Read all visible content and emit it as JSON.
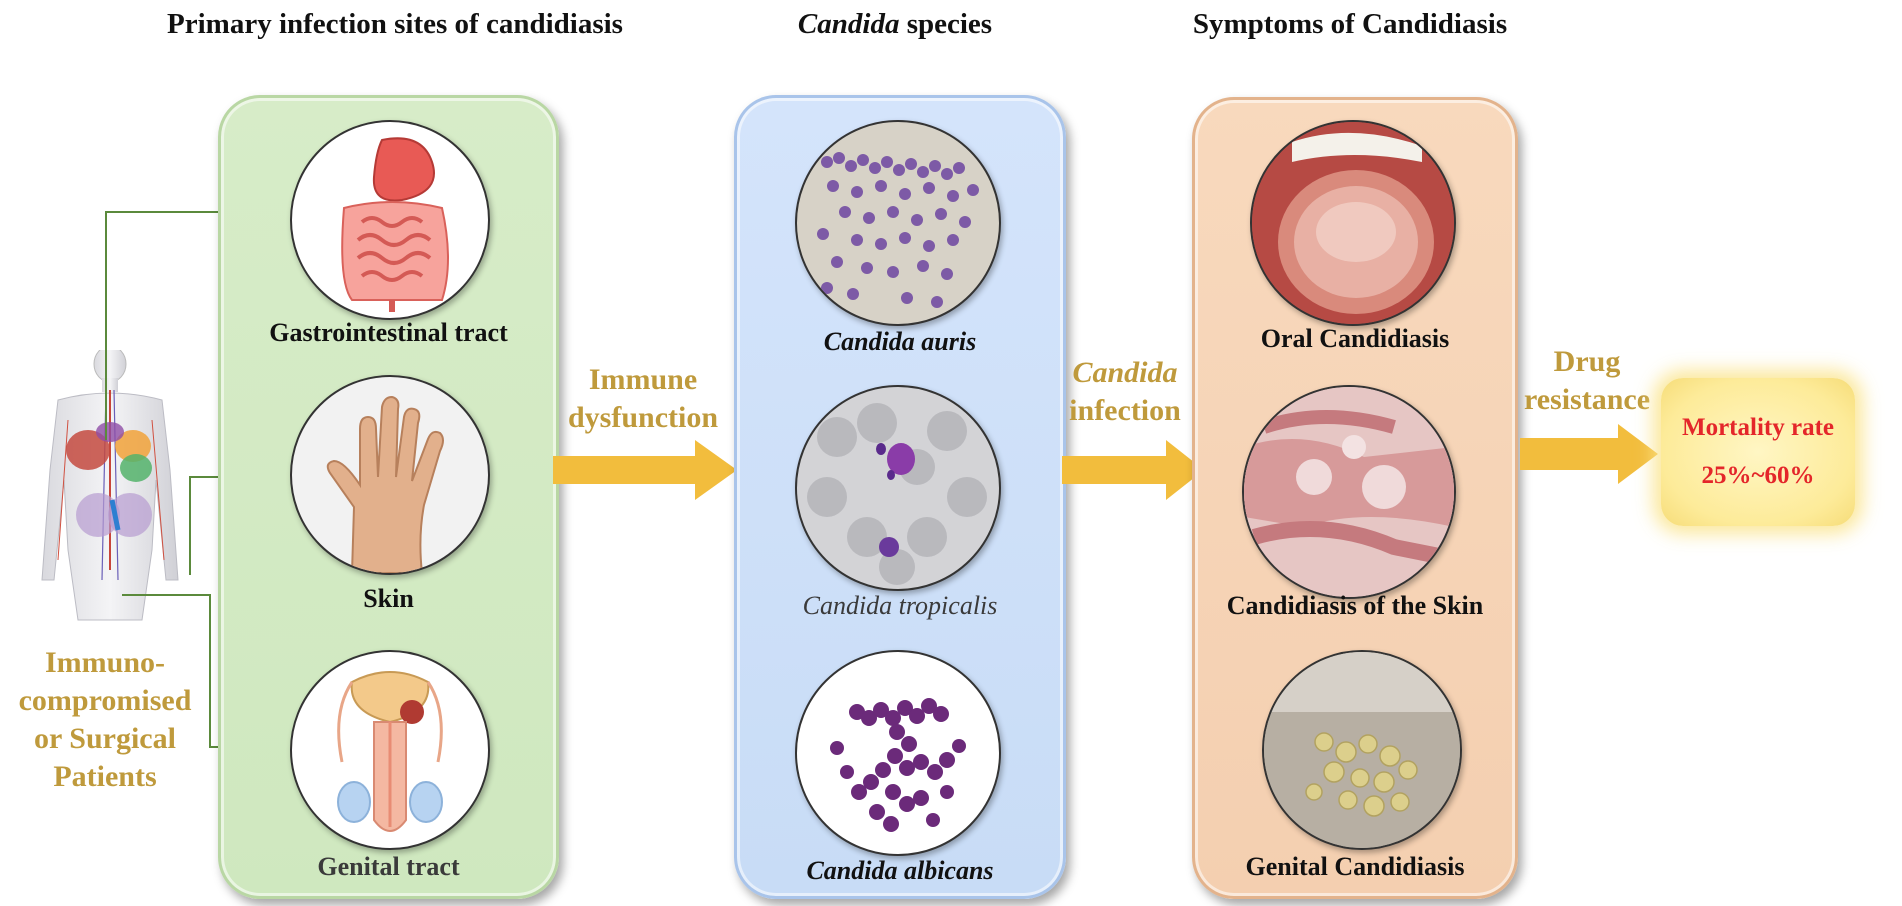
{
  "titles": {
    "sites": "Primary infection sites of candidiasis",
    "species_italic": "Candida",
    "species_rest": " species",
    "symptoms": "Symptoms of Candidiasis"
  },
  "patients_label": [
    "Immuno-",
    "compromised",
    "or Surgical",
    "Patients"
  ],
  "sites": [
    {
      "label": "Gastrointestinal tract",
      "icon": "intestine-icon"
    },
    {
      "label": "Skin",
      "icon": "hand-icon"
    },
    {
      "label": "Genital tract",
      "icon": "genital-icon"
    }
  ],
  "species": [
    {
      "label": "Candida auris"
    },
    {
      "label": "Candida tropicalis"
    },
    {
      "label": "Candida albicans"
    }
  ],
  "symptoms": [
    {
      "label": "Oral Candidiasis"
    },
    {
      "label": "Candidiasis of the Skin"
    },
    {
      "label": "Genital Candidiasis"
    }
  ],
  "transitions": {
    "immune": [
      "Immune",
      "dysfunction"
    ],
    "infection_italic": "Candida",
    "infection_rest": "infection",
    "drug": [
      "Drug",
      "resistance"
    ]
  },
  "mortality": {
    "title": "Mortality rate",
    "value": "25%~60%"
  },
  "colors": {
    "green_panel": "#d3eac4",
    "blue_panel": "#cde0f8",
    "orange_panel": "#f6d4b6",
    "gold_text": "#bf9a3c",
    "arrow": "#f2bd3d",
    "mortality_text": "#e4262a",
    "connector": "#5b8a3c"
  }
}
